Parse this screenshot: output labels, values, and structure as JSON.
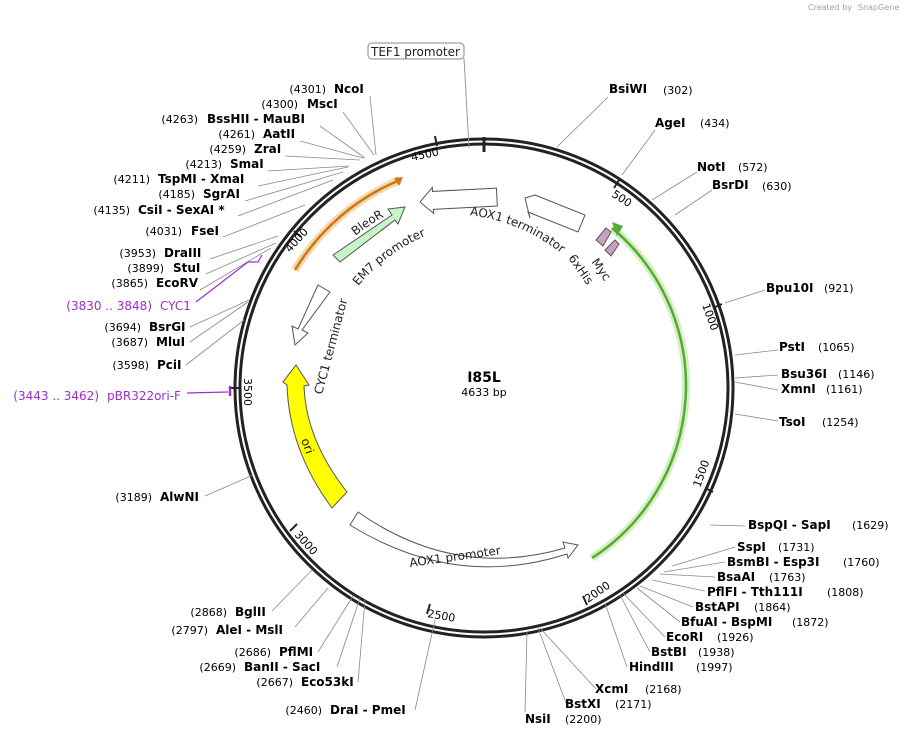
{
  "plasmid": {
    "name": "I85L",
    "length_label": "4633 bp"
  },
  "credit": {
    "prefix": "Created by",
    "brand": "SnapGene"
  },
  "ticks": [
    "500",
    "1000",
    "1500",
    "2000",
    "2500",
    "3000",
    "3500",
    "4000",
    "4500"
  ],
  "features": {
    "tef1_promoter": "TEF1 promoter",
    "aox1_terminator": "AOX1 terminator",
    "myc": "Myc",
    "his": "6xHis",
    "bleor": "BleoR",
    "em7_promoter": "EM7 promoter",
    "cyc1_terminator": "CYC1 terminator",
    "ori": "ori",
    "aox1_promoter": "AOX1 promoter"
  },
  "colors": {
    "backbone": "#222222",
    "orf_green": "#58a838",
    "orf_orange": "#c8781e",
    "ori_yellow": "#ffff00",
    "myc_his": "#c9a0c0",
    "bleor_fill": "#c8f5c8",
    "purple_label": "#9b30c8"
  },
  "right_sites": [
    {
      "name": "BsiWI",
      "pos": "(302)"
    },
    {
      "name": "AgeI",
      "pos": "(434)"
    },
    {
      "name": "NotI",
      "pos": "(572)"
    },
    {
      "name": "BsrDI",
      "pos": "(630)"
    },
    {
      "name": "Bpu10I",
      "pos": "(921)"
    },
    {
      "name": "PstI",
      "pos": "(1065)"
    },
    {
      "name": "Bsu36I",
      "pos": "(1146)"
    },
    {
      "name": "XmnI",
      "pos": "(1161)"
    },
    {
      "name": "TsoI",
      "pos": "(1254)"
    },
    {
      "name": "BspQI  - SapI",
      "pos": "(1629)"
    },
    {
      "name": "SspI",
      "pos": "(1731)"
    },
    {
      "name": "BsmBI  - Esp3I",
      "pos": "(1760)"
    },
    {
      "name": "BsaAI",
      "pos": "(1763)"
    },
    {
      "name": "PflFI  - Tth111I",
      "pos": "(1808)"
    },
    {
      "name": "BstAPI",
      "pos": "(1864)"
    },
    {
      "name": "BfuAI  - BspMI",
      "pos": "(1872)"
    },
    {
      "name": "EcoRI",
      "pos": "(1926)"
    },
    {
      "name": "BstBI",
      "pos": "(1938)"
    },
    {
      "name": "HindIII",
      "pos": "(1997)"
    },
    {
      "name": "XcmI",
      "pos": "(2168)"
    },
    {
      "name": "BstXI",
      "pos": "(2171)"
    },
    {
      "name": "NsiI",
      "pos": "(2200)"
    }
  ],
  "left_sites": [
    {
      "name": "NcoI",
      "pos": "(4301)"
    },
    {
      "name": "MscI",
      "pos": "(4300)"
    },
    {
      "name": "BssHII  - MauBI",
      "pos": "(4263)"
    },
    {
      "name": "AatII",
      "pos": "(4261)"
    },
    {
      "name": "ZraI",
      "pos": "(4259)"
    },
    {
      "name": "SmaI",
      "pos": "(4213)"
    },
    {
      "name": "TspMI  - XmaI",
      "pos": "(4211)"
    },
    {
      "name": "SgrAI",
      "pos": "(4185)"
    },
    {
      "name": "CsiI  - SexAI *",
      "pos": "(4135)"
    },
    {
      "name": "FseI",
      "pos": "(4031)"
    },
    {
      "name": "DraIII",
      "pos": "(3953)"
    },
    {
      "name": "StuI",
      "pos": "(3899)"
    },
    {
      "name": "EcoRV",
      "pos": "(3865)"
    },
    {
      "name": "BsrGI",
      "pos": "(3694)"
    },
    {
      "name": "MluI",
      "pos": "(3687)"
    },
    {
      "name": "PciI",
      "pos": "(3598)"
    },
    {
      "name": "AlwNI",
      "pos": "(3189)"
    },
    {
      "name": "BglII",
      "pos": "(2868)"
    },
    {
      "name": "AleI  - MslI",
      "pos": "(2797)"
    },
    {
      "name": "PflMI",
      "pos": "(2686)"
    },
    {
      "name": "BanII  - SacI",
      "pos": "(2669)"
    },
    {
      "name": "Eco53kI",
      "pos": "(2667)"
    },
    {
      "name": "DraI  - PmeI",
      "pos": "(2460)"
    }
  ],
  "primers": [
    {
      "name": "CYC1",
      "pos": "(3830 .. 3848)"
    },
    {
      "name": "pBR322ori-F",
      "pos": "(3443 .. 3462)"
    }
  ]
}
